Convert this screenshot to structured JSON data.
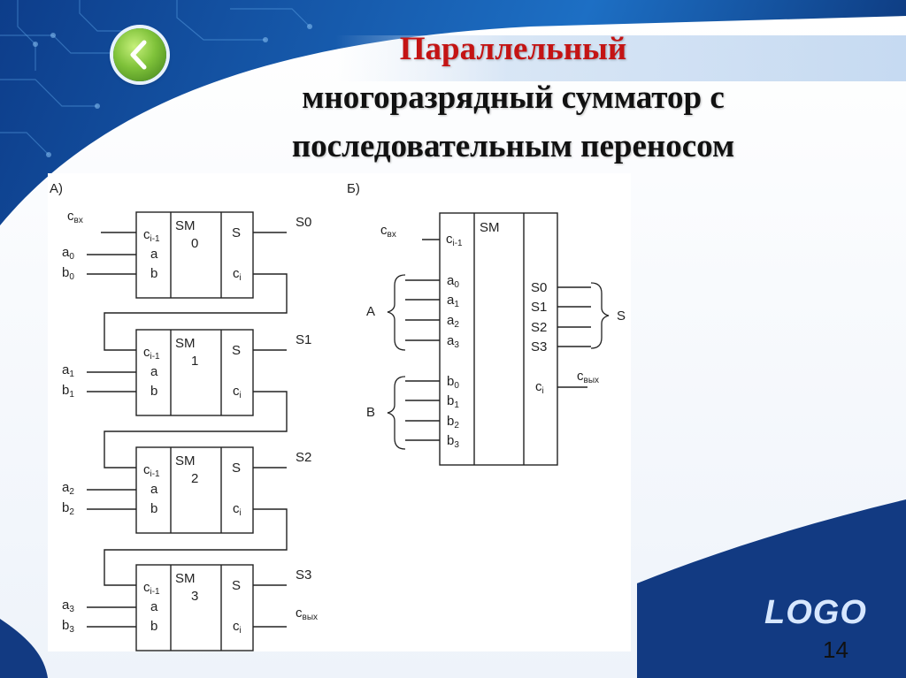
{
  "slide": {
    "title_line1": "Параллельный",
    "title_line2": "многоразрядный сумматор с",
    "title_line3": "последовательным переносом",
    "logo": "LOGO",
    "page_number": "14",
    "colors": {
      "title_accent": "#c41414",
      "navy": "#0c2a66",
      "nav_button": "#7fc23a"
    },
    "nav_icon": "chevron-left-icon"
  },
  "diagram": {
    "part_a": {
      "label": "А)",
      "carry_in": {
        "main": "с",
        "sub": "вх"
      },
      "carry_out": {
        "main": "с",
        "sub": "вых"
      },
      "stages": [
        {
          "sm": "SM",
          "index": "0",
          "s_label": "S",
          "c_main": "c",
          "c_sub": "i",
          "cin_main": "c",
          "cin_sub": "i-1",
          "a_port": "a",
          "b_port": "b",
          "out": "S0",
          "a_main": "a",
          "a_sub": "0",
          "b_main": "b",
          "b_sub": "0"
        },
        {
          "sm": "SM",
          "index": "1",
          "s_label": "S",
          "c_main": "c",
          "c_sub": "i",
          "cin_main": "c",
          "cin_sub": "i-1",
          "a_port": "a",
          "b_port": "b",
          "out": "S1",
          "a_main": "a",
          "a_sub": "1",
          "b_main": "b",
          "b_sub": "1"
        },
        {
          "sm": "SM",
          "index": "2",
          "s_label": "S",
          "c_main": "c",
          "c_sub": "i",
          "cin_main": "c",
          "cin_sub": "i-1",
          "a_port": "a",
          "b_port": "b",
          "out": "S2",
          "a_main": "a",
          "a_sub": "2",
          "b_main": "b",
          "b_sub": "2"
        },
        {
          "sm": "SM",
          "index": "3",
          "s_label": "S",
          "c_main": "c",
          "c_sub": "i",
          "cin_main": "c",
          "cin_sub": "i-1",
          "a_port": "a",
          "b_port": "b",
          "out": "S3",
          "a_main": "a",
          "a_sub": "3",
          "b_main": "b",
          "b_sub": "3"
        }
      ]
    },
    "part_b": {
      "label": "Б)",
      "sm": "SM",
      "cin": {
        "main": "c",
        "sub": "i-1"
      },
      "carry_in": {
        "main": "с",
        "sub": "вх"
      },
      "carry_out": {
        "main": "с",
        "sub": "вых"
      },
      "c_out_port": {
        "main": "c",
        "sub": "i"
      },
      "group_a": "A",
      "group_b": "B",
      "group_s": "S",
      "a_inputs": [
        {
          "main": "a",
          "sub": "0"
        },
        {
          "main": "a",
          "sub": "1"
        },
        {
          "main": "a",
          "sub": "2"
        },
        {
          "main": "a",
          "sub": "3"
        }
      ],
      "b_inputs": [
        {
          "main": "b",
          "sub": "0"
        },
        {
          "main": "b",
          "sub": "1"
        },
        {
          "main": "b",
          "sub": "2"
        },
        {
          "main": "b",
          "sub": "3"
        }
      ],
      "outputs": [
        "S0",
        "S1",
        "S2",
        "S3"
      ]
    }
  }
}
